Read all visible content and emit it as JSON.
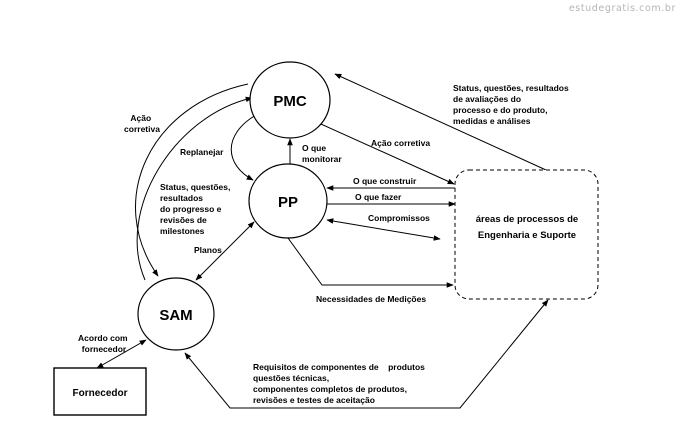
{
  "watermark": "estudegratis.com.br",
  "nodes": {
    "pmc": "PMC",
    "pp": "PP",
    "sam": "SAM",
    "fornecedor": "Fornecedor",
    "areas": [
      "áreas de processos de",
      "Engenharia e Suporte"
    ]
  },
  "labels": {
    "acao_corretiva_left": [
      "Ação",
      "corretiva"
    ],
    "replanejar": "Replanejar",
    "status_sam": [
      "Status, questões,",
      "resultados",
      "do progresso e",
      "revisões de",
      "milestones"
    ],
    "planos": "Planos",
    "acordo": [
      "Acordo com",
      "fornecedor"
    ],
    "o_que_monitorar": [
      "O que",
      "monitorar"
    ],
    "acao_corretiva_right": "Ação corretiva",
    "status_top": [
      "Status, questões, resultados",
      "de avaliações do",
      "processo e do produto,",
      "medidas e análises"
    ],
    "o_que_construir": "O que construir",
    "o_que_fazer": "O que fazer",
    "compromissos": "Compromissos",
    "necessidades": "Necessidades de Medições",
    "requisitos": [
      "Requisitos de componentes de    produtos",
      "questões técnicas,",
      "componentes completos de produtos,",
      "revisões e testes de aceitação"
    ]
  }
}
